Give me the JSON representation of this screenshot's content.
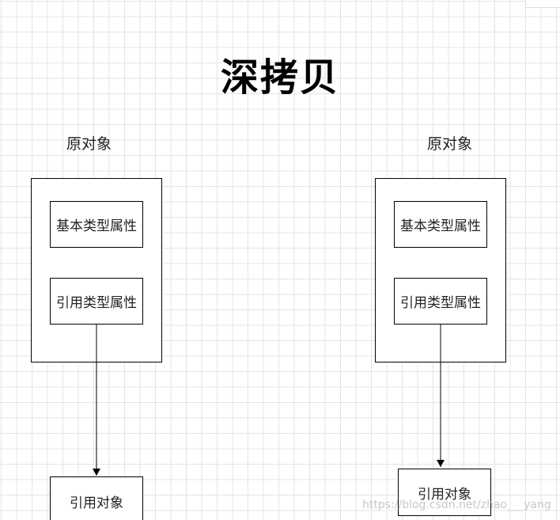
{
  "diagram": {
    "title": "深拷贝",
    "left": {
      "label": "原对象",
      "primitive_attr": "基本类型属性",
      "reference_attr": "引用类型属性",
      "target": "引用对象"
    },
    "right": {
      "label": "原对象",
      "primitive_attr": "基本类型属性",
      "reference_attr": "引用类型属性",
      "target": "引用对象"
    },
    "connections": [
      {
        "from": "left.reference_attr",
        "to": "left.target"
      },
      {
        "from": "right.reference_attr",
        "to": "right.target"
      }
    ]
  },
  "watermark": "https://blog.csdn.net/zhao___yang"
}
